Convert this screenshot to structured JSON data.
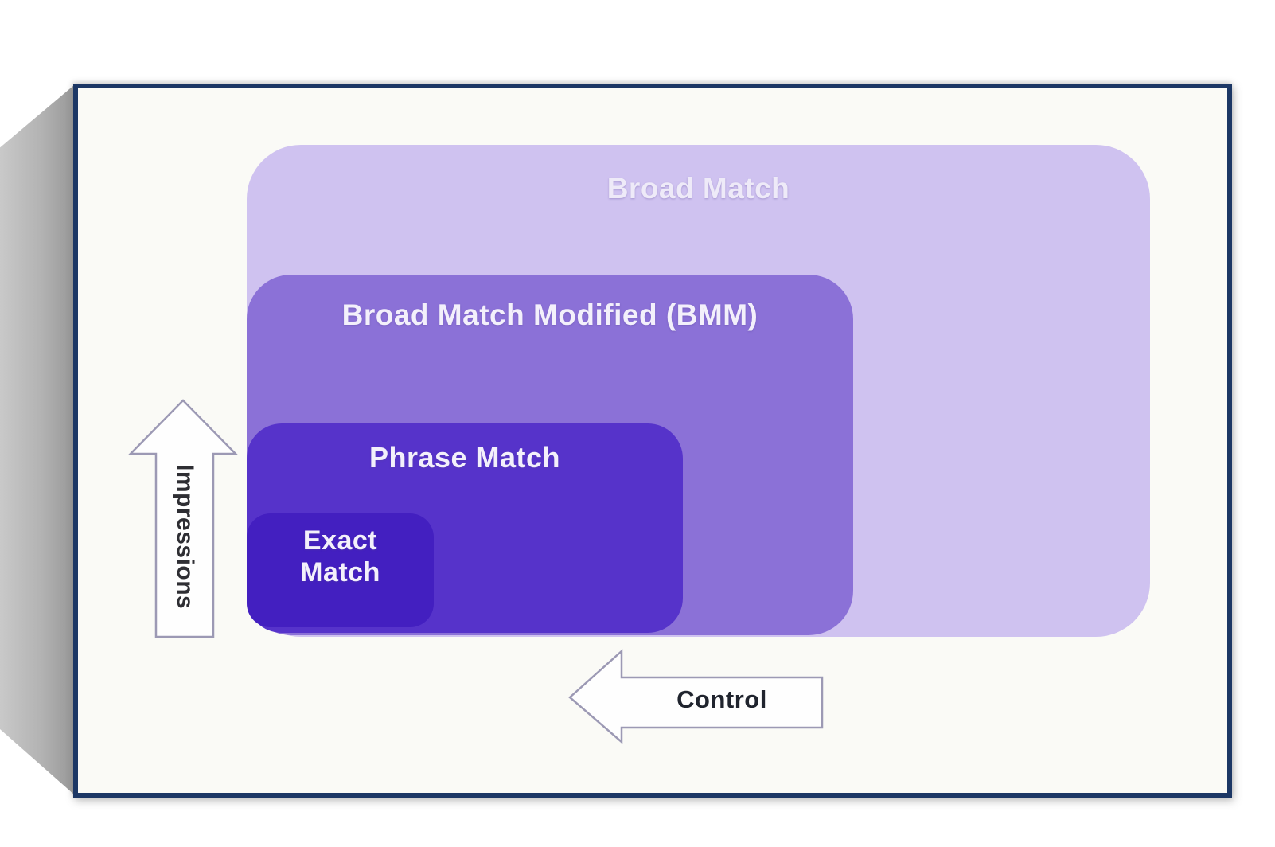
{
  "diagram": {
    "boxes": [
      {
        "id": "broad",
        "label": "Broad Match",
        "fill": "#cfc2f0",
        "text_color": "#eeeaf8"
      },
      {
        "id": "bmm",
        "label": "Broad Match Modified (BMM)",
        "fill": "#8b71d7",
        "text_color": "#f3f0fb"
      },
      {
        "id": "phrase",
        "label": "Phrase Match",
        "fill": "#5633ca",
        "text_color": "#f3f0fb"
      },
      {
        "id": "exact",
        "label": "Exact Match",
        "fill": "#431fc0",
        "text_color": "#f3f0fb"
      }
    ],
    "arrows": {
      "vertical_label": "Impressions",
      "horizontal_label": "Control",
      "fill": "#fefefe",
      "outline": "#9c99b4"
    },
    "colors": {
      "frame_border": "#1c3765",
      "frame_background": "#fafaf6",
      "page_background": "#ffffff",
      "shadow_wedge": "#a9a9a9"
    }
  }
}
